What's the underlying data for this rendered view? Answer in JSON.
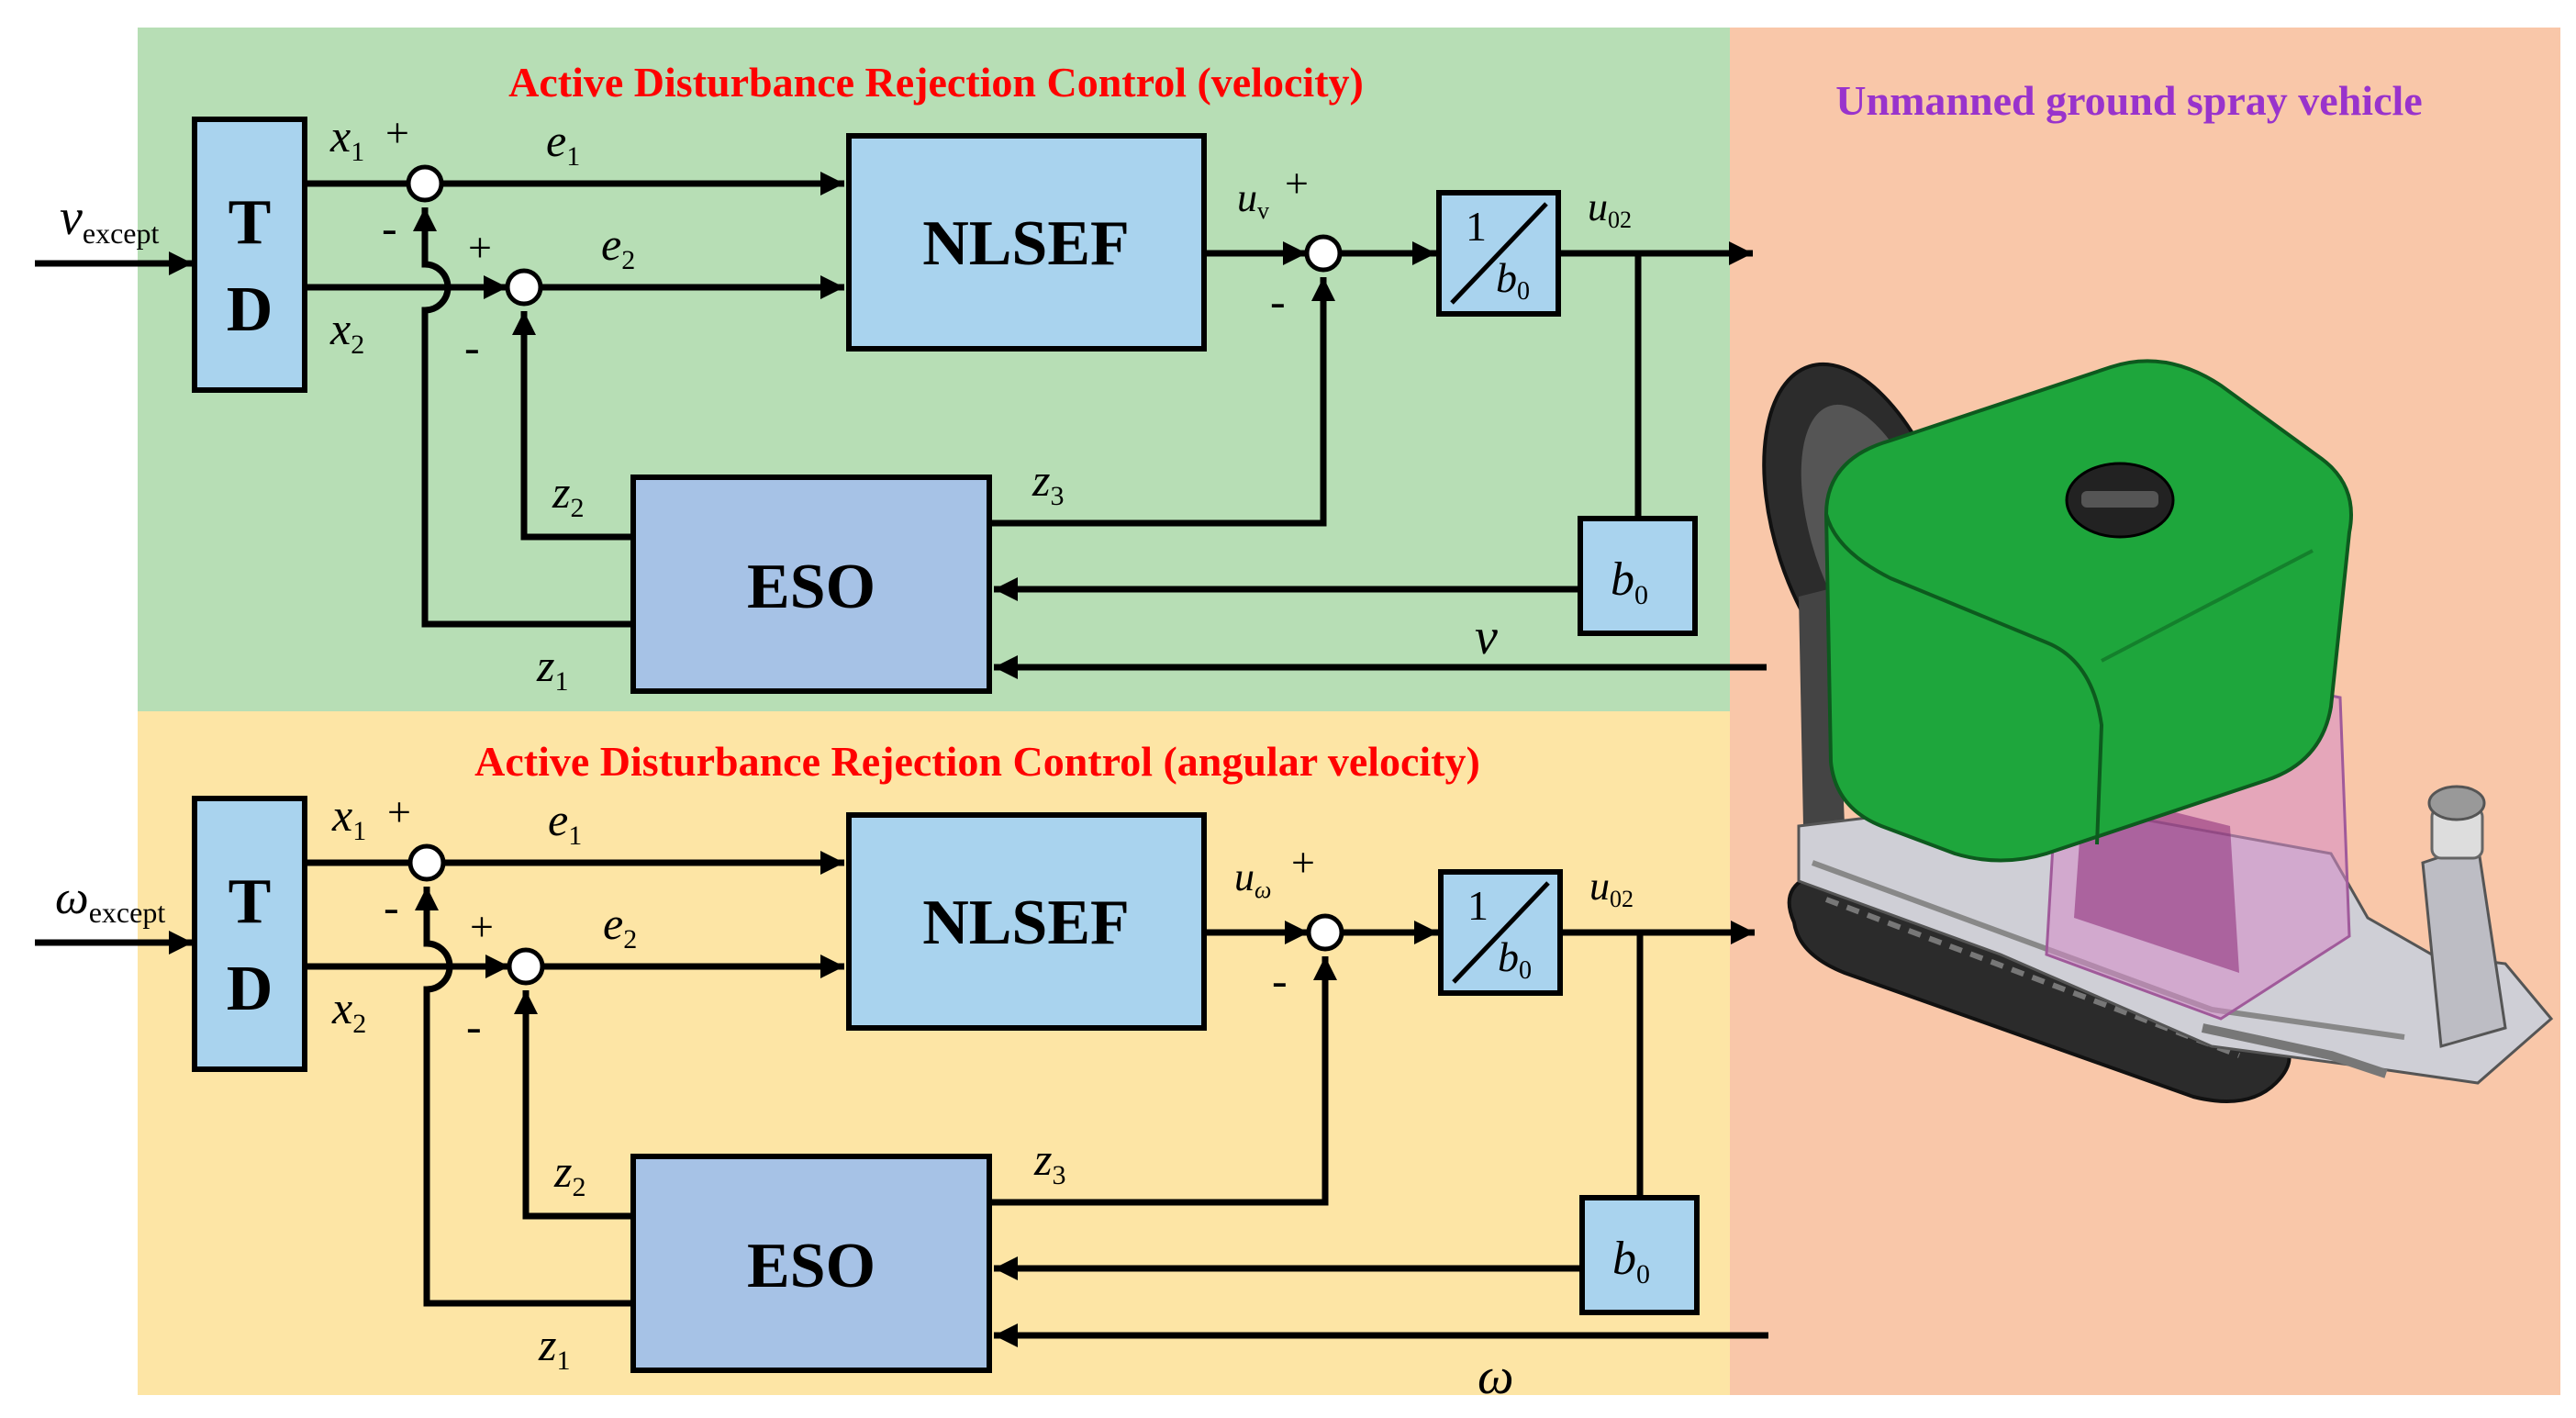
{
  "colors": {
    "velocity_panel": "#b7deb5",
    "angular_panel": "#fde5a5",
    "vehicle_panel": "#f9c7a9",
    "block_fill": "#a9d3ee",
    "eso_fill": "#a6c2e6",
    "title_red": "#ff0000",
    "title_purple": "#9933cc",
    "tank_green": "#1ea63c",
    "track_dark": "#2b2b2b"
  },
  "velocity_loop": {
    "title": "Active Disturbance Rejection Control  (velocity)",
    "input_symbol": "v",
    "input_subscript": "except",
    "td_top": "T",
    "td_bottom": "D",
    "nlsef": "NLSEF",
    "eso": "ESO",
    "gain_block_num": "1",
    "gain_block_den": "b",
    "gain_block_den_sub": "0",
    "b0_symbol": "b",
    "b0_sub": "0",
    "x1": "x",
    "x1_sub": "1",
    "x2": "x",
    "x2_sub": "2",
    "e1": "e",
    "e1_sub": "1",
    "e2": "e",
    "e2_sub": "2",
    "z1": "z",
    "z1_sub": "1",
    "z2": "z",
    "z2_sub": "2",
    "z3": "z",
    "z3_sub": "3",
    "u": "u",
    "u_sub": "v",
    "u0": "u",
    "u0_sub": "02",
    "feedback": "v",
    "plus": "+",
    "minus": "-"
  },
  "angular_loop": {
    "title": "Active Disturbance Rejection Control  (angular velocity)",
    "input_symbol": "ω",
    "input_subscript": "except",
    "td_top": "T",
    "td_bottom": "D",
    "nlsef": "NLSEF",
    "eso": "ESO",
    "gain_block_num": "1",
    "gain_block_den": "b",
    "gain_block_den_sub": "0",
    "b0_symbol": "b",
    "b0_sub": "0",
    "x1": "x",
    "x1_sub": "1",
    "x2": "x",
    "x2_sub": "2",
    "e1": "e",
    "e1_sub": "1",
    "e2": "e",
    "e2_sub": "2",
    "z1": "z",
    "z1_sub": "1",
    "z2": "z",
    "z2_sub": "2",
    "z3": "z",
    "z3_sub": "3",
    "u": "u",
    "u_sub": "ω",
    "u0": "u",
    "u0_sub": "02",
    "feedback": "ω",
    "plus": "+",
    "minus": "-"
  },
  "vehicle": {
    "title": "Unmanned ground spray vehicle"
  }
}
